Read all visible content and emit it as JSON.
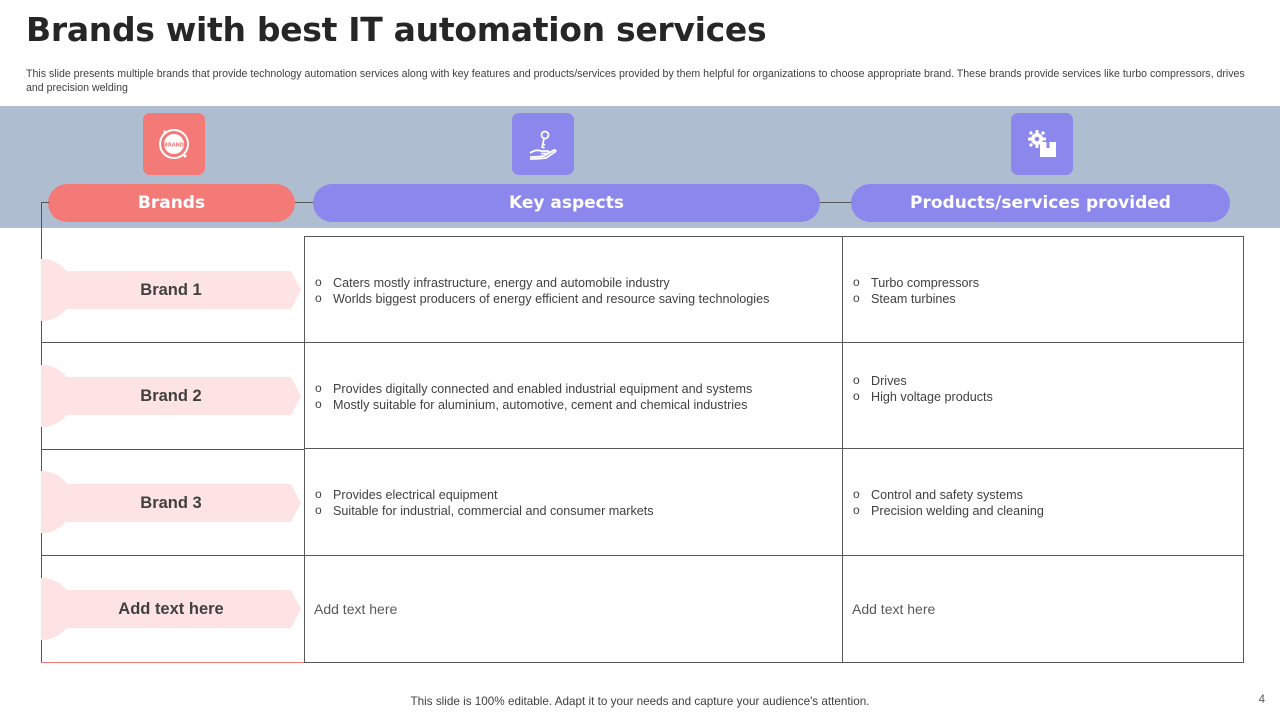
{
  "slide": {
    "title": "Brands with best IT automation services",
    "subtitle": "This slide presents multiple brands that provide technology automation services along with key features and products/services provided by them helpful for organizations to choose appropriate brand. These brands provide services like turbo compressors, drives and precision welding",
    "footer": "This slide is 100% editable. Adapt it to your needs and capture your audience's attention.",
    "page_number": "4"
  },
  "header": {
    "brands_label": "Brands",
    "brand_icon_text": "BRAND",
    "key_aspects_label": "Key aspects",
    "products_label": "Products/services provided"
  },
  "colors": {
    "accent_red": "#f47a78",
    "accent_purple": "#8b87ec",
    "band": "#afbdd1",
    "brand_tag": "#fde3e4"
  },
  "icons": {
    "brand": "brand-badge-icon",
    "key_aspects": "hand-key-icon",
    "products": "gear-box-icon"
  },
  "rows": [
    {
      "brand": "Brand 1",
      "aspects": [
        "Caters mostly infrastructure, energy and automobile industry",
        "Worlds biggest producers of energy efficient and resource saving technologies"
      ],
      "products": [
        "Turbo compressors",
        "Steam turbines"
      ]
    },
    {
      "brand": "Brand 2",
      "aspects": [
        "Provides digitally connected and enabled industrial equipment and systems",
        "Mostly suitable for aluminium, automotive, cement and chemical industries"
      ],
      "products": [
        "Drives",
        "High voltage products"
      ]
    },
    {
      "brand": "Brand 3",
      "aspects": [
        "Provides electrical equipment",
        "Suitable for industrial, commercial and consumer markets"
      ],
      "products": [
        "Control and safety systems",
        "Precision welding and cleaning"
      ]
    },
    {
      "brand": "Add text here",
      "aspects_text": "Add text here",
      "products_text": "Add text here"
    }
  ]
}
